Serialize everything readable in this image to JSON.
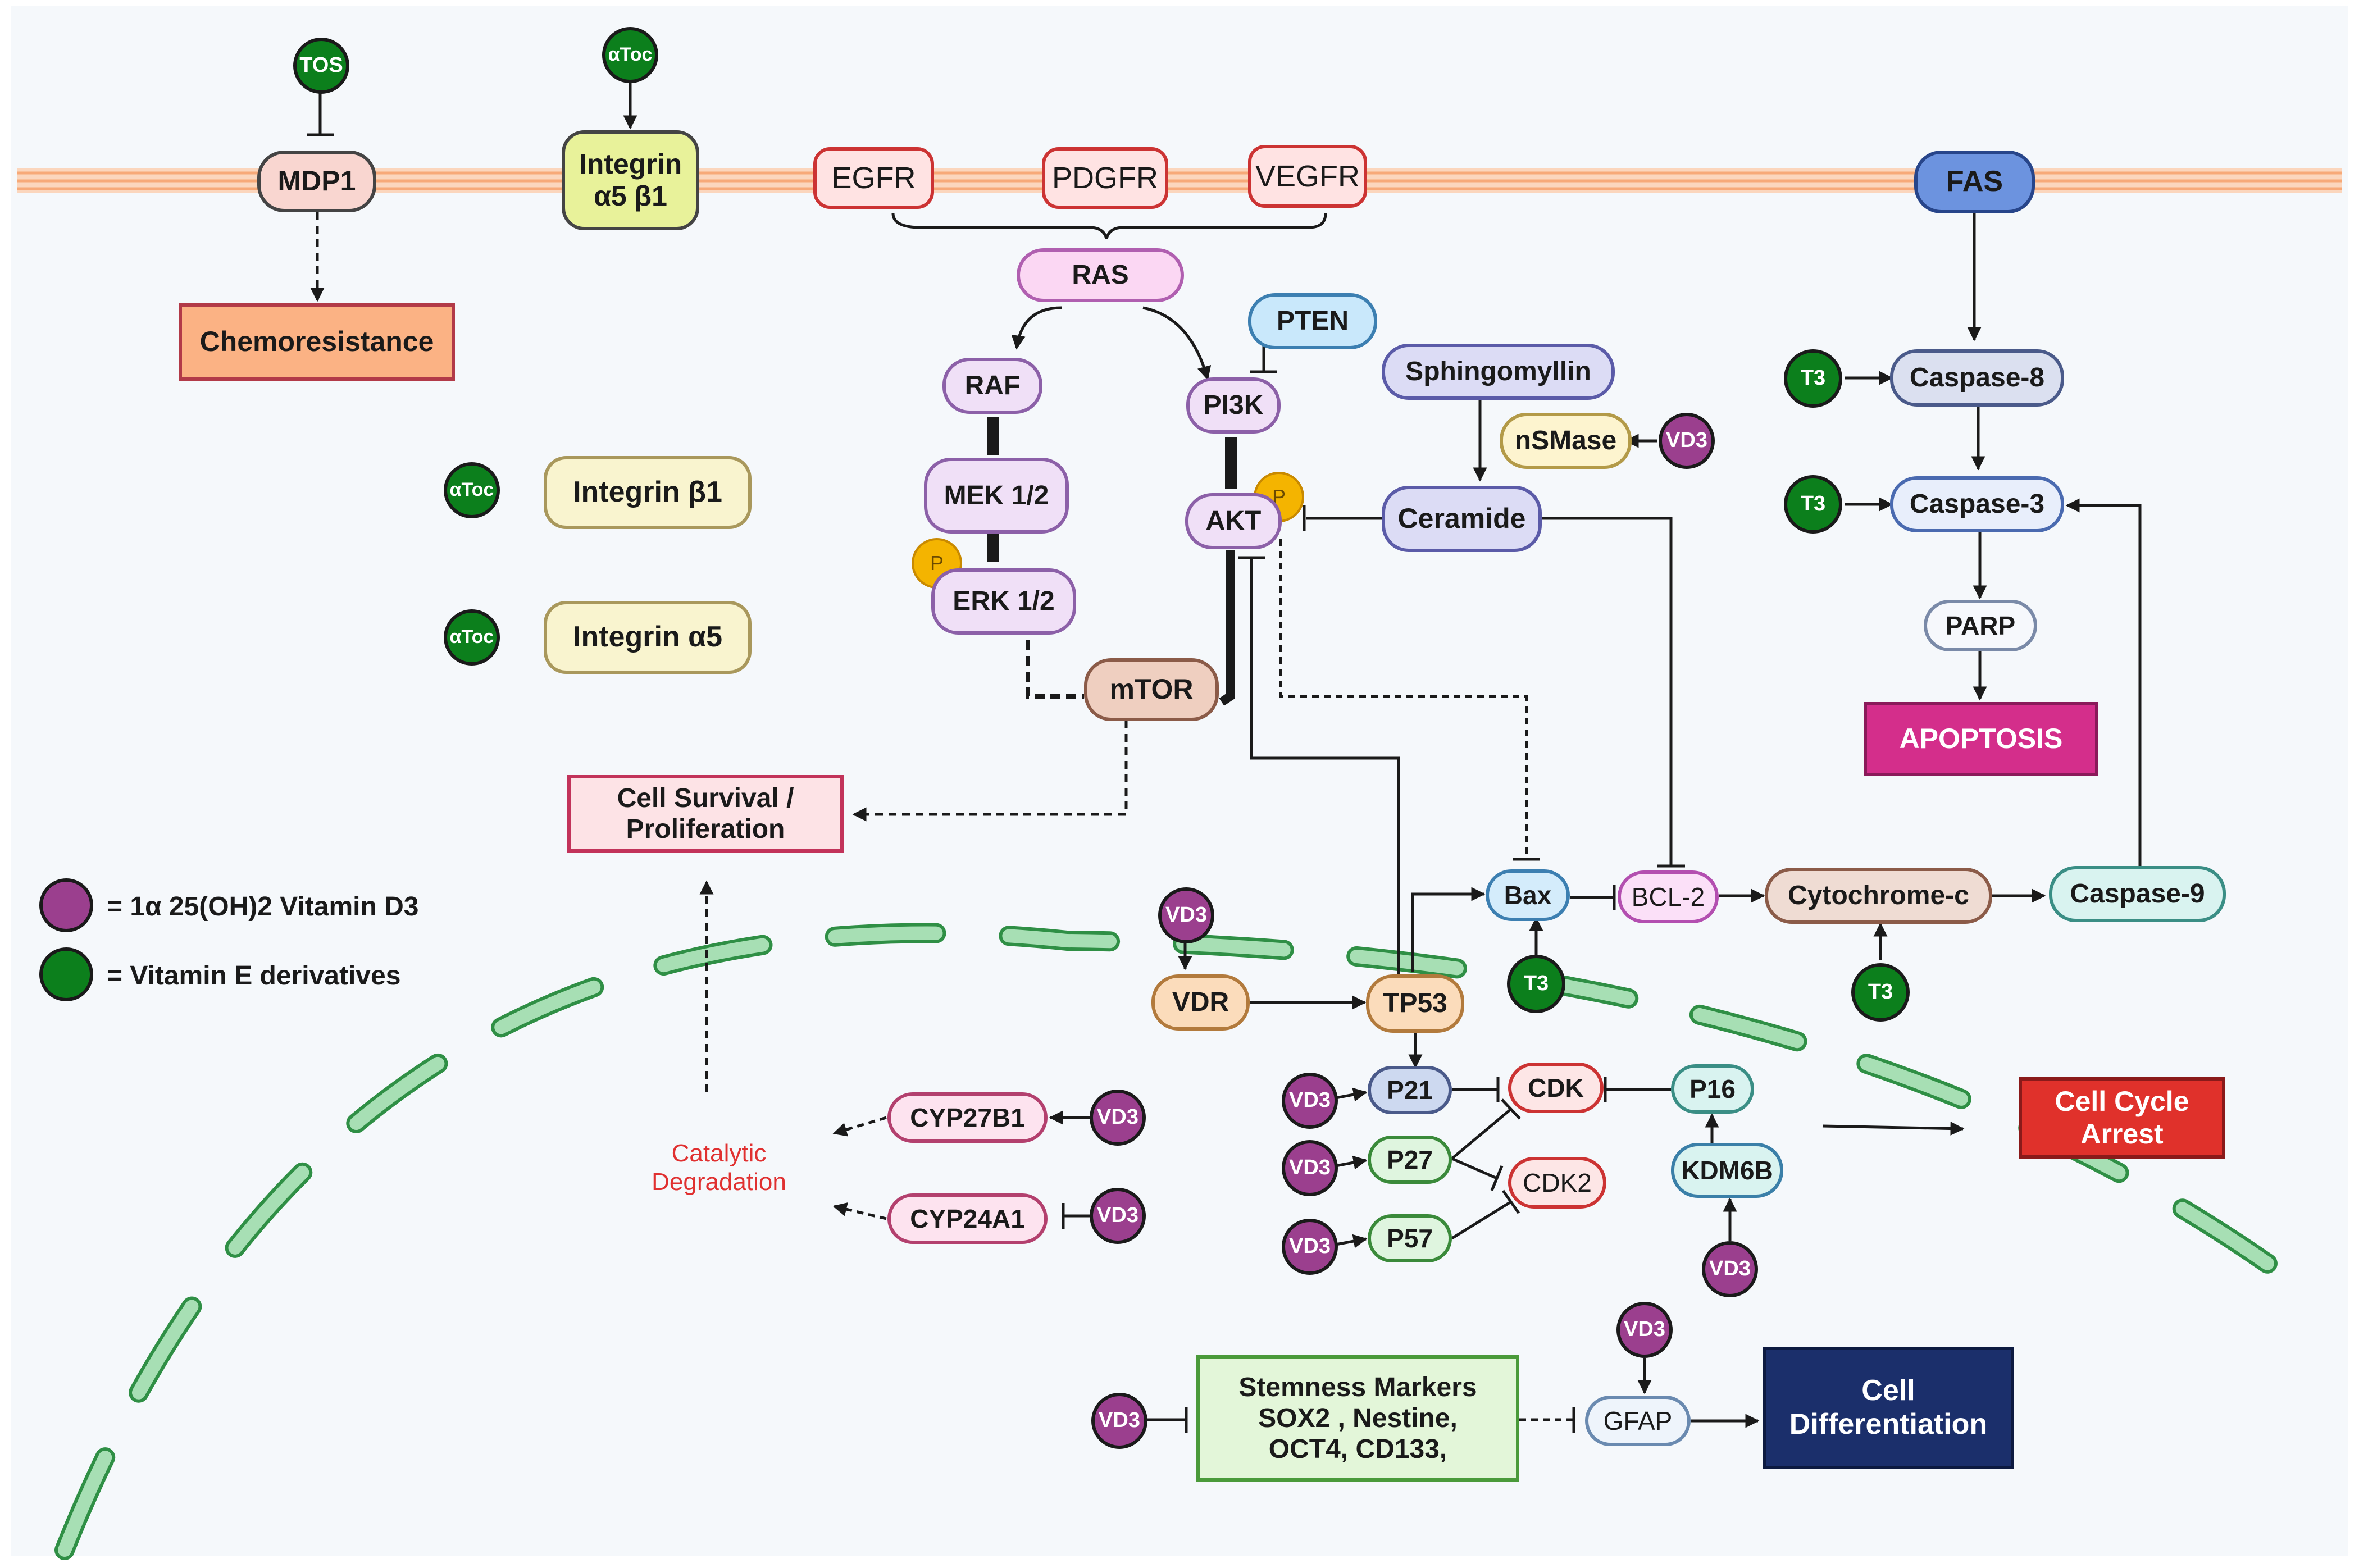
{
  "membrane": {
    "mdp1": "MDP1",
    "integrin_a5b1": "Integrin\nα5 β1",
    "egfr": "EGFR",
    "pdgfr": "PDGFR",
    "vegfr": "VEGFR",
    "fas": "FAS"
  },
  "markers": {
    "tos": "TOS",
    "atoc": "αToc",
    "vd3": "VD3",
    "t3": "T3",
    "p": "P"
  },
  "nodes": {
    "chemoresistance": "Chemoresistance",
    "integrin_b1": "Integrin β1",
    "integrin_a5": "Integrin α5",
    "ras": "RAS",
    "raf": "RAF",
    "mek": "MEK 1/2",
    "erk": "ERK 1/2",
    "pi3k": "PI3K",
    "pten": "PTEN",
    "akt": "AKT",
    "mtor": "mTOR",
    "sphingomyelin": "Sphingomyllin",
    "nsmase": "nSMase",
    "ceramide": "Ceramide",
    "cell_survival": "Cell Survival /\nProliferation",
    "caspase8": "Caspase-8",
    "caspase3": "Caspase-3",
    "parp": "PARP",
    "apoptosis": "APOPTOSIS",
    "bax": "Bax",
    "bcl2": "BCL-2",
    "cytochrome_c": "Cytochrome-c",
    "caspase9": "Caspase-9",
    "vdr": "VDR",
    "tp53": "TP53",
    "p21": "P21",
    "p27": "P27",
    "p57": "P57",
    "cdk": "CDK",
    "cdk2": "CDK2",
    "p16": "P16",
    "kdm6b": "KDM6B",
    "cell_cycle_arrest": "Cell Cycle\nArrest",
    "catalytic_degradation": "Catalytic\nDegradation",
    "cyp27b1": "CYP27B1",
    "cyp24a1": "CYP24A1",
    "stemness": "Stemness Markers\nSOX2 , Nestine,\nOCT4, CD133,",
    "gfap": "GFAP",
    "cell_differentiation": "Cell\nDifferentiation"
  },
  "legend": {
    "vd3_label": "= 1α 25(OH)2 Vitamin D3",
    "ve_label": "= Vitamin E derivatives"
  },
  "colors": {
    "vd3": "#9b3f8e",
    "vitamin_e": "#0c7f1c",
    "phospho": "#f4b400",
    "membrane": "#f9c9a8",
    "nucleus": "#8fd19e",
    "apoptosis": "#d42e8b",
    "cell_cycle_arrest": "#e0312b",
    "cell_differentiation": "#1b2f6b"
  }
}
